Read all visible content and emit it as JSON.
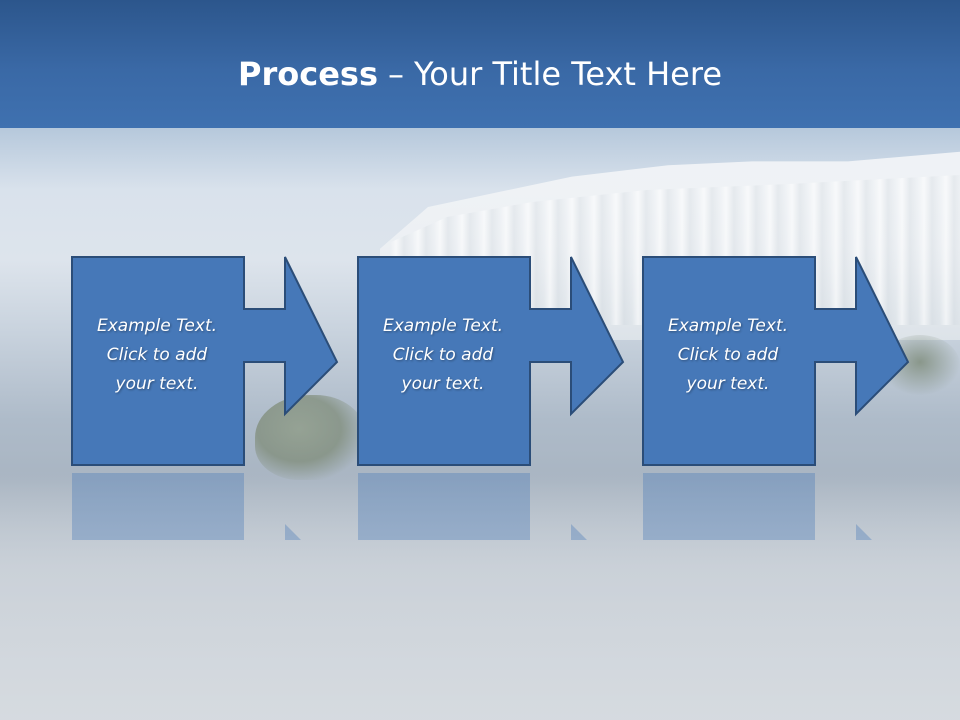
{
  "slide": {
    "title": {
      "bold": "Process",
      "dash": "–",
      "rest": "Your Title Text Here"
    },
    "steps": [
      {
        "text": "Example Text.\nClick  to add\nyour text."
      },
      {
        "text": "Example Text.\nClick  to add\nyour text."
      },
      {
        "text": "Example Text.\nClick  to add\nyour text."
      }
    ]
  },
  "colors": {
    "title_bar": "#3a69a6",
    "step_fill": "#4678b8",
    "step_border": "#2b4d78",
    "text": "#ffffff"
  }
}
